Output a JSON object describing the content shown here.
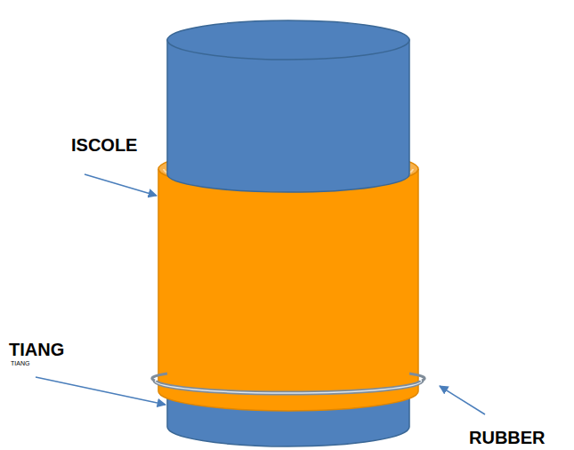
{
  "diagram": {
    "labels": [
      "ISCOLE",
      "TIANG",
      "TIANG",
      "RUBBER"
    ]
  }
}
